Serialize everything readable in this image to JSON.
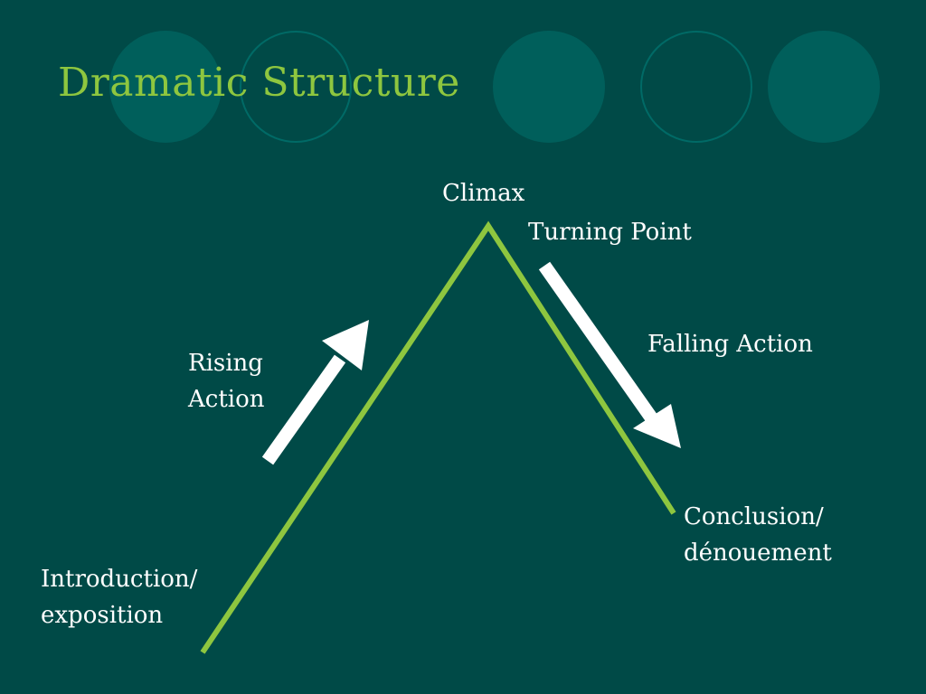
{
  "title": "Dramatic Structure",
  "colors": {
    "background": "#004a47",
    "accent_green": "#8ec63f",
    "circle_fill": "#005f5b",
    "circle_stroke": "#006a66",
    "arrow": "#ffffff",
    "text": "#ffffff"
  },
  "labels": {
    "climax": "Climax",
    "turning_point": "Turning Point",
    "rising_action": [
      "Rising",
      "Action"
    ],
    "falling_action": "Falling Action",
    "conclusion": [
      "Conclusion/",
      "dénouement"
    ],
    "introduction": [
      "Introduction/",
      "exposition"
    ]
  }
}
